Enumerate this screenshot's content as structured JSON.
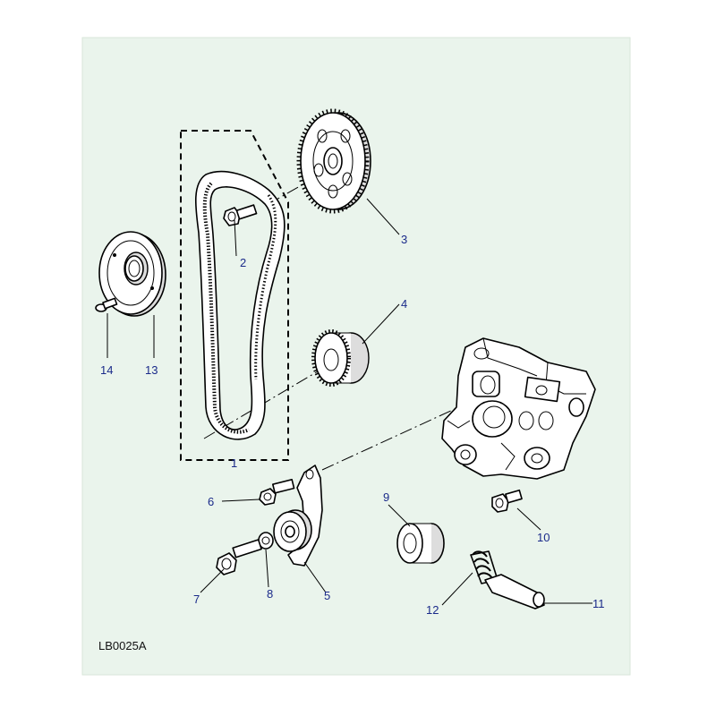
{
  "diagram_ref": "LB0025A",
  "callouts": {
    "c1": "1",
    "c2": "2",
    "c3": "3",
    "c4": "4",
    "c5": "5",
    "c6": "6",
    "c7": "7",
    "c8": "8",
    "c9": "9",
    "c10": "10",
    "c11": "11",
    "c12": "12",
    "c13": "13",
    "c14": "14"
  },
  "colors": {
    "background": "#eaf4ec",
    "callout_text": "#1a2a8a",
    "line": "#000000"
  }
}
